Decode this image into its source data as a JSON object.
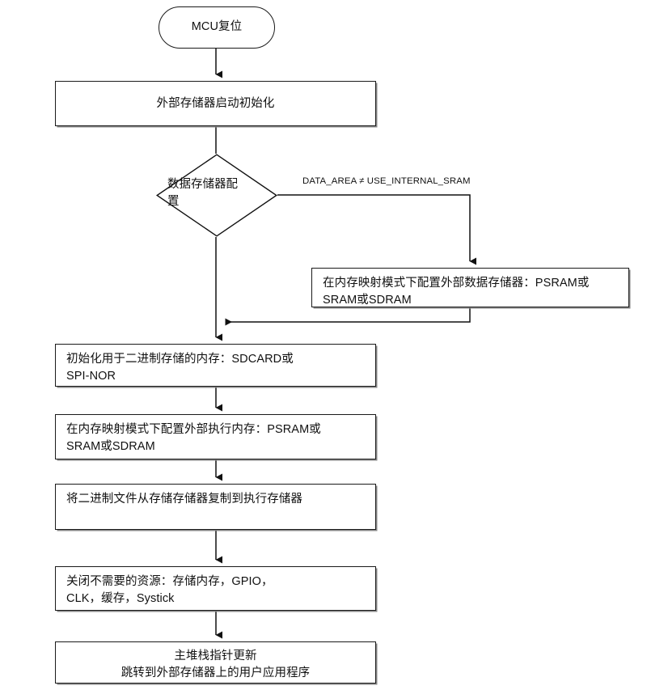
{
  "diagram": {
    "title": "MCU External Memory Boot Flowchart",
    "colors": {
      "stroke": "#111111",
      "text": "#111111",
      "background": "#ffffff",
      "shadow": "#828282"
    },
    "nodes": {
      "start": {
        "shape": "terminal",
        "label": "MCU复位"
      },
      "init_ext_mem": {
        "shape": "process",
        "label": "外部存储器启动初始化"
      },
      "data_mem_config": {
        "shape": "decision",
        "label": "数据存储器配\n置"
      },
      "config_ext_data_mem": {
        "shape": "process",
        "label": "在内存映射模式下配置外部数据存储器：PSRAM或\nSRAM或SDRAM"
      },
      "init_binary_storage": {
        "shape": "process",
        "label": "  初始化用于二进制存储的内存：SDCARD或\nSPI-NOR"
      },
      "config_exec_mem": {
        "shape": "process",
        "label": "在内存映射模式下配置外部执行内存：PSRAM或\nSRAM或SDRAM"
      },
      "copy_binary": {
        "shape": "process",
        "label": "将二进制文件从存储存储器复制到执行存储器"
      },
      "close_resources": {
        "shape": "process",
        "label": "  关闭不需要的资源：存储内存，GPIO，\nCLK，缓存，Systick"
      },
      "jump_to_app": {
        "shape": "process",
        "label": "主堆栈指针更新\n跳转到外部存储器上的用户应用程序"
      }
    },
    "edges": {
      "branch_condition_label": "DATA_AREA ≠ USE_INTERNAL_SRAM"
    }
  }
}
